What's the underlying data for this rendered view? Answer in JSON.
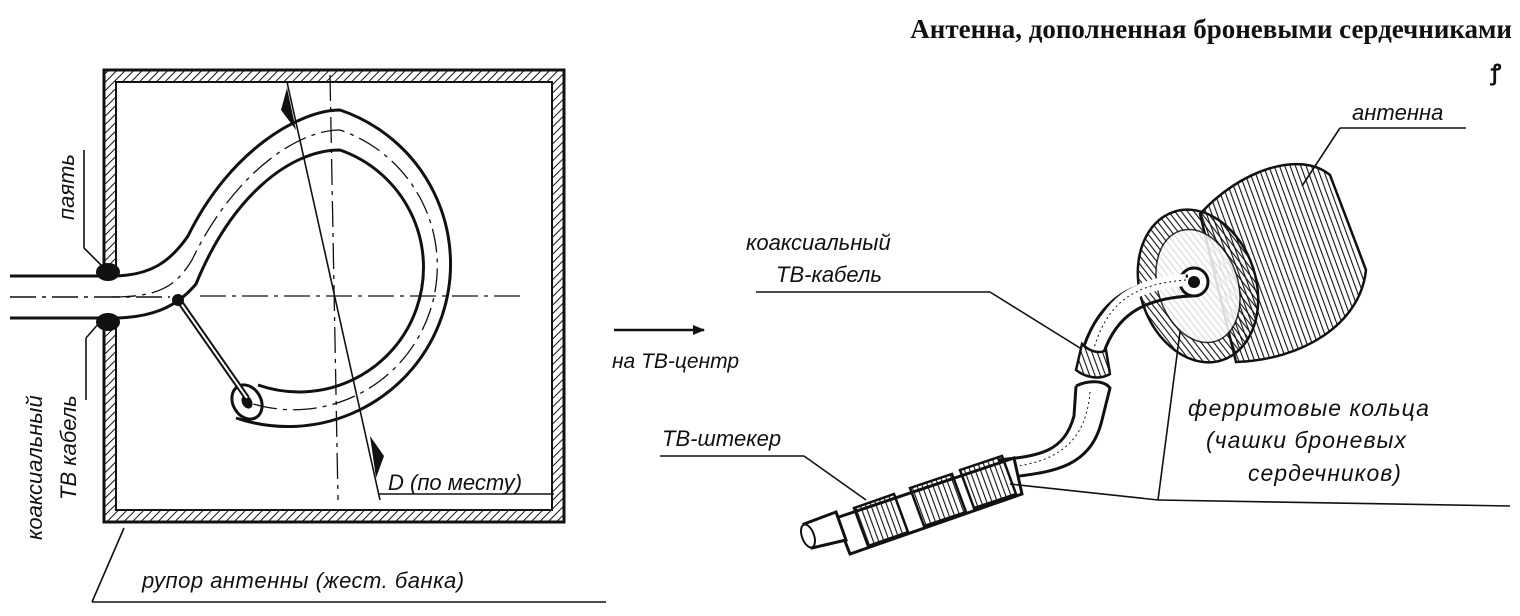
{
  "title": "Антенна, дополненная броневыми сердечниками",
  "corner_mark": "ꝭ",
  "left_figure": {
    "solder_label": "паять",
    "cable_label_line1": "коаксиальный",
    "cable_label_line2": "ТВ кабель",
    "diameter_label": "D (по месту)",
    "horn_label": "рупор антенны (жест. банка)"
  },
  "arrow_label": "на ТВ-центр",
  "right_figure": {
    "antenna_label": "антенна",
    "cable_label_line1": "коаксиальный",
    "cable_label_line2": "ТВ-кабель",
    "plug_label": "ТВ-штекер",
    "ferrite_label_line1": "ферритовые кольца",
    "ferrite_label_line2": "(чашки броневых",
    "ferrite_label_line3": "сердечников)"
  }
}
